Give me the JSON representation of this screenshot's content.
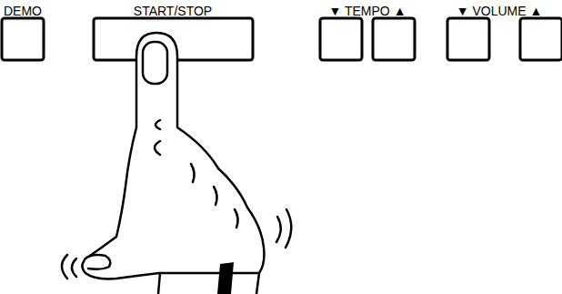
{
  "diagram": {
    "labels": [
      "DEMO",
      "START/STOP",
      "▼ TEMPO ▲",
      "▼ VOLUME ▲"
    ]
  }
}
